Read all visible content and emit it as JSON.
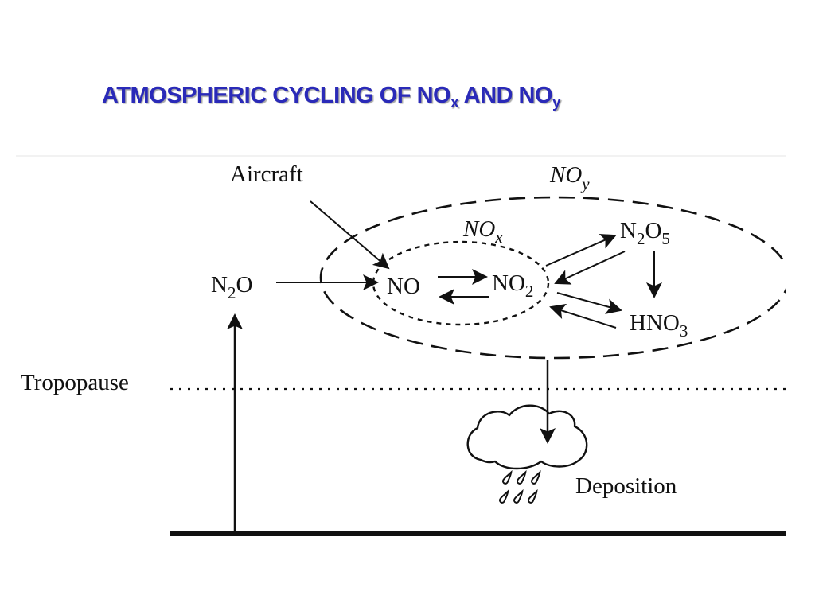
{
  "title": {
    "main": "ATMOSPHERIC CYCLING OF NO",
    "sub1": "x",
    "mid": " AND NO",
    "sub2": "y"
  },
  "diagram": {
    "labels": {
      "aircraft": "Aircraft",
      "noy_base": "NO",
      "noy_sub": "y",
      "nox_base": "NO",
      "nox_sub": "x",
      "n2o_a": "N",
      "n2o_sub": "2",
      "n2o_b": "O",
      "no": "NO",
      "no2_base": "NO",
      "no2_sub": "2",
      "n2o5_a": "N",
      "n2o5_sub1": "2",
      "n2o5_b": "O",
      "n2o5_sub2": "5",
      "hno3_base": "HNO",
      "hno3_sub": "3",
      "tropopause": "Tropopause",
      "deposition": "Deposition"
    },
    "colors": {
      "title": "#2a2ab8",
      "ink": "#111111"
    }
  }
}
